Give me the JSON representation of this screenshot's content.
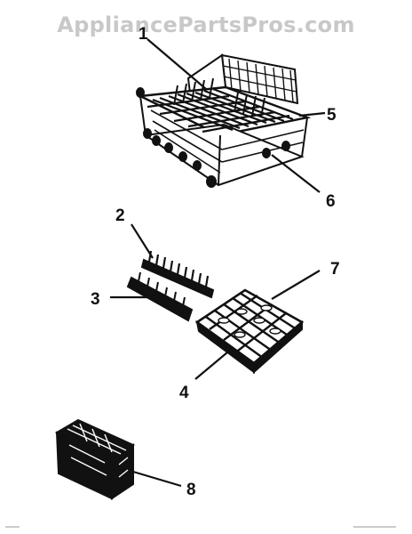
{
  "watermark": "AppliancePartsPros.com",
  "callouts": {
    "c1": "1",
    "c2": "2",
    "c3": "3",
    "c4": "4",
    "c5": "5",
    "c6": "6",
    "c7": "7",
    "c8": "8"
  },
  "parts": {
    "lower_rack": "lower-dishrack",
    "tine_row": "tine-row",
    "tine_insert": "tine-insert",
    "flat_basket": "cup-shelf-rack",
    "silverware": "silverware-basket"
  }
}
